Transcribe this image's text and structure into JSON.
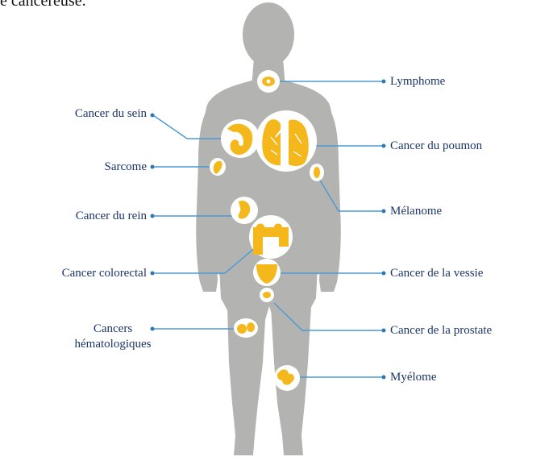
{
  "header_fragment": "e cancéreuse.",
  "colors": {
    "silhouette": "#b3b3b1",
    "organ": "#f4b81d",
    "bubble": "#ffffff",
    "line": "#4a9ad3",
    "label": "#1c3569"
  },
  "labels_left": [
    {
      "id": "sein",
      "text": "Cancer du sein"
    },
    {
      "id": "sarcome",
      "text": "Sarcome"
    },
    {
      "id": "rein",
      "text": "Cancer du rein"
    },
    {
      "id": "colorectal",
      "text": "Cancer colorectal"
    },
    {
      "id": "hemato",
      "text_line1": "Cancers",
      "text_line2": "hématologiques"
    }
  ],
  "labels_right": [
    {
      "id": "lymphome",
      "text": "Lymphome"
    },
    {
      "id": "poumon",
      "text": "Cancer du poumon"
    },
    {
      "id": "melanome",
      "text": "Mélanome"
    },
    {
      "id": "vessie",
      "text": "Cancer de la vessie"
    },
    {
      "id": "prostate",
      "text": "Cancer de la prostate"
    },
    {
      "id": "myelome",
      "text": "Myélome"
    }
  ]
}
